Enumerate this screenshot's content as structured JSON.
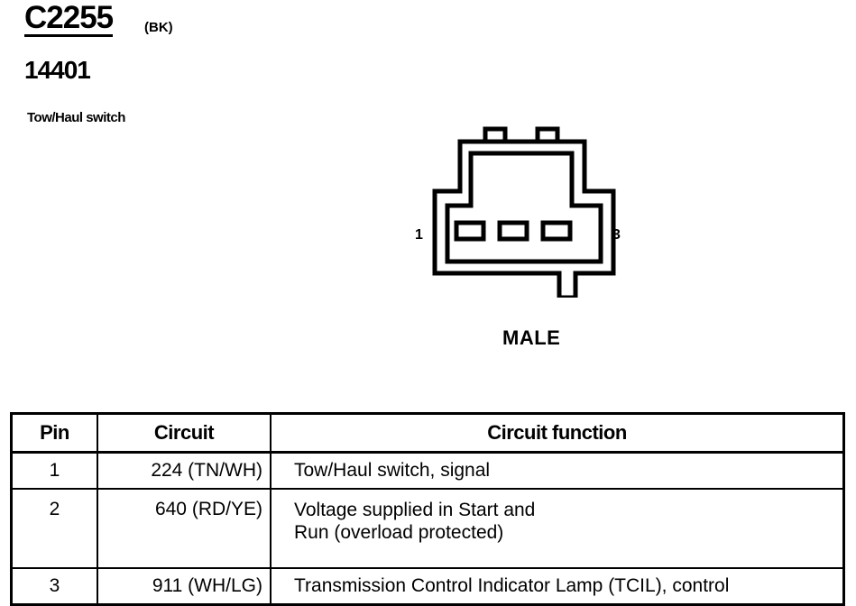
{
  "header": {
    "connector_id": "C2255",
    "color_code": "(BK)",
    "part_number": "14401",
    "description": "Tow/Haul switch"
  },
  "diagram": {
    "pin_left": "1",
    "pin_right": "3",
    "gender": "MALE"
  },
  "table": {
    "headers": {
      "pin": "Pin",
      "circuit": "Circuit",
      "function": "Circuit function"
    },
    "rows": [
      {
        "pin": "1",
        "circuit": "224 (TN/WH)",
        "function": "Tow/Haul switch, signal"
      },
      {
        "pin": "2",
        "circuit": "640 (RD/YE)",
        "function_line1": "Voltage supplied in Start and",
        "function_line2": "Run (overload protected)"
      },
      {
        "pin": "3",
        "circuit": "911 (WH/LG)",
        "function": "Transmission Control Indicator Lamp (TCIL), control"
      }
    ]
  }
}
